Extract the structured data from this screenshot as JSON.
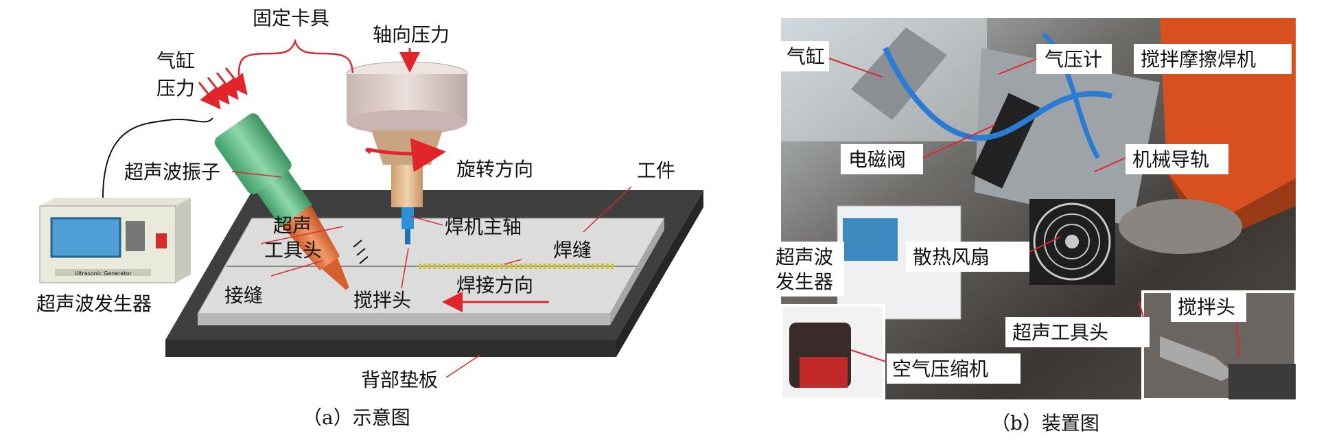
{
  "panel_a": {
    "caption": "（a）示意图",
    "labels": {
      "clamp": "固定卡具",
      "axial_pressure": "轴向压力",
      "cylinder_line1": "气缸",
      "cylinder_line2": "压力",
      "transducer": "超声波振子",
      "rotation": "旋转方向",
      "workpiece": "工件",
      "tool_line1": "超声",
      "tool_line2": "工具头",
      "spindle": "焊机主轴",
      "weld": "焊缝",
      "joint": "接缝",
      "welding_direction": "焊接方向",
      "stir_pin": "搅拌头",
      "generator": "超声波发生器",
      "backing_plate": "背部垫板"
    },
    "generator_badge": "Ultrasonic Generator"
  },
  "panel_b": {
    "caption": "（b）装置图",
    "labels": {
      "cylinder": "气缸",
      "pressure_gauge": "气压计",
      "fsw_machine": "搅拌摩擦焊机",
      "solenoid_valve": "电磁阀",
      "rail": "机械导轨",
      "generator_line1": "超声波",
      "generator_line2": "发生器",
      "fan": "散热风扇",
      "stir_pin": "搅拌头",
      "tool_head": "超声工具头",
      "compressor": "空气压缩机"
    }
  },
  "colors": {
    "leader": "#e0262a",
    "transducer": "#6cc48e",
    "tool": "#e8743b",
    "spindle": "#e3ba8f",
    "head": "#d7c7c3",
    "plate": "#4a4a4a",
    "workpiece": "#d8d8d8",
    "photo_bg": "#5b5148"
  }
}
